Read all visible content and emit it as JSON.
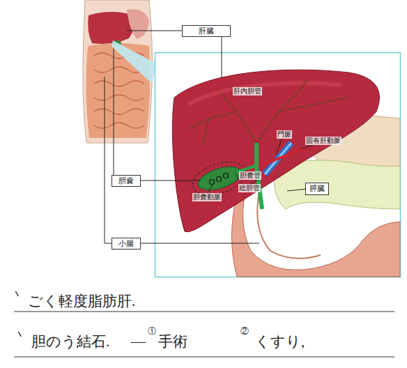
{
  "diagram": {
    "nodes": [
      {
        "text": [
          "肝臓"
        ]
      },
      {
        "text": [
          "胆嚢"
        ]
      },
      {
        "text": [
          "膵臓"
        ]
      },
      {
        "text": [
          "小腸"
        ]
      }
    ],
    "labels": [
      "肝内胆管",
      "門脈",
      "固有肝動脈",
      "胆嚢管",
      "総胆管",
      "胆嚢動脈",
      "ごく軽度脂肪肝.",
      "胆のう結石.",
      "—",
      "①",
      "手術",
      "②",
      "くすり,"
    ]
  }
}
